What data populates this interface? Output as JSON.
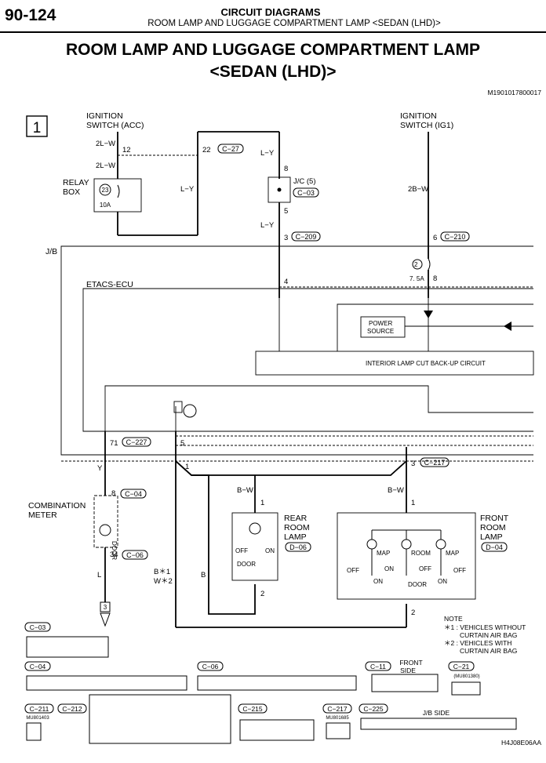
{
  "header": {
    "page_number": "90-124",
    "category": "CIRCUIT DIAGRAMS",
    "subtitle": "ROOM LAMP AND LUGGAGE COMPARTMENT LAMP <SEDAN (LHD)>"
  },
  "title_line1": "ROOM LAMP AND LUGGAGE COMPARTMENT LAMP",
  "title_line2": "<SEDAN (LHD)>",
  "diagram_code": "M1901017800017",
  "sheet_number": "1",
  "image_code": "H4J08E06AA",
  "labels": {
    "ign_acc_1": "IGNITION",
    "ign_acc_2": "SWITCH (ACC)",
    "ign_ig1_1": "IGNITION",
    "ign_ig1_2": "SWITCH (IG1)",
    "relay_box_1": "RELAY",
    "relay_box_2": "BOX",
    "etacs": "ETACS-ECU",
    "power_source_1": "POWER",
    "power_source_2": "SOURCE",
    "interior_cut": "INTERIOR LAMP CUT BACK-UP CIRCUIT",
    "comb_meter_1": "COMBINATION",
    "comb_meter_2": "METER",
    "door": "DOOR",
    "rear_room_1": "REAR",
    "rear_room_2": "ROOM",
    "rear_room_3": "LAMP",
    "front_room_1": "FRONT",
    "front_room_2": "ROOM",
    "front_room_3": "LAMP",
    "jc": "J/C (5)",
    "jb": "J/B",
    "fuse23": "23",
    "fuse10a": "10A",
    "fuse2": "2",
    "fuse75a": "7. 5A",
    "note_title": "NOTE",
    "note1_a": "＊1 : VEHICLES WITHOUT",
    "note1_b": "CURTAIN AIR BAG",
    "note2_a": "＊2 : VEHICLES WITH",
    "note2_b": "CURTAIN AIR BAG",
    "front_side_1": "FRONT",
    "front_side_2": "SIDE",
    "jb_side": "J/B SIDE",
    "off": "OFF",
    "on": "ON",
    "map": "MAP",
    "room": "ROOM"
  },
  "wires": {
    "w_2lw": "2L−W",
    "w_ly": "L−Y",
    "w_2bw": "2B−W",
    "w_y": "Y",
    "w_l": "L",
    "w_bw": "B−W",
    "w_b": "B",
    "w_bstar1": "B＊1",
    "w_wstar2": "W＊2"
  },
  "pins": {
    "p12": "12",
    "p22": "22",
    "p8": "8",
    "p5": "5",
    "p3": "3",
    "p6": "6",
    "p4": "4",
    "p71": "71",
    "p1": "1",
    "p34": "34",
    "p2": "2"
  },
  "connectors": {
    "c27": "C−27",
    "c03": "C−03",
    "c209": "C−209",
    "c210": "C−210",
    "c227": "C−227",
    "c217": "C−217",
    "c04": "C−04",
    "c06": "C−06",
    "d06": "D−06",
    "d04": "D−04",
    "c11": "C−11",
    "c21": "C−21",
    "c211": "C−211",
    "c212": "C−212",
    "c215": "C−215",
    "c225": "C−225"
  },
  "part_numbers": {
    "mu801380": "(MU801380)",
    "mu801403": "MU801403",
    "mu801685": "MU801685"
  },
  "ground_tag": "3"
}
